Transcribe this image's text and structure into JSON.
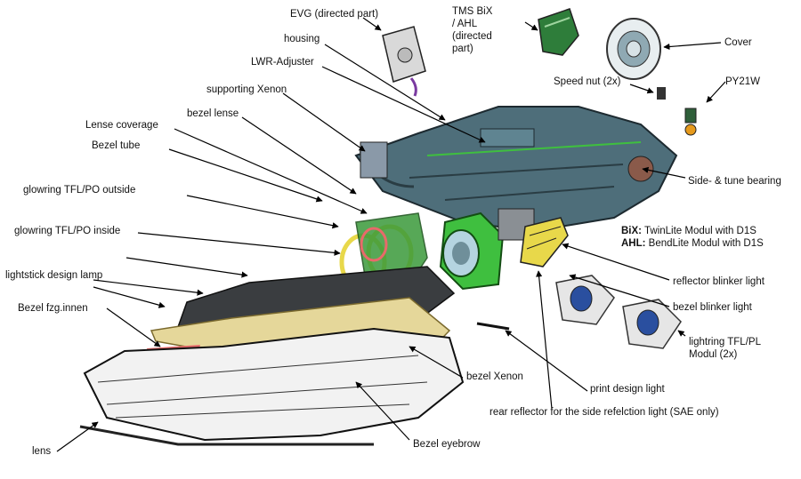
{
  "labels": {
    "evg": "EVG (directed part)",
    "tms": "TMS BiX\n/ AHL\n(directed\npart)",
    "cover": "Cover",
    "housing": "housing",
    "lwr": "LWR-Adjuster",
    "speed_nut": "Speed nut (2x)",
    "py21w": "PY21W",
    "supporting_xenon": "supporting Xenon",
    "bezel_lense": "bezel lense",
    "lense_coverage": "Lense coverage",
    "bezel_tube": "Bezel tube",
    "side_tune": "Side- & tune bearing",
    "glow_outside": "glowring TFL/PO outside",
    "glow_inside": "glowring TFL/PO inside",
    "bix_key": "BiX:",
    "bix_text": "TwinLite Modul with D1S",
    "ahl_key": "AHL:",
    "ahl_text": "BendLite Modul with D1S",
    "lightstick": "lightstick design lamp",
    "reflector_blinker": "reflector blinker light",
    "bezel_fzg": "Bezel fzg.innen",
    "bezel_blinker": "bezel blinker light",
    "lightring": "lightring TFL/PL\nModul (2x)",
    "bezel_xenon": "bezel Xenon",
    "print_design": "print design light",
    "rear_reflector": "rear reflector for the side refelction light (SAE only)",
    "lens": "lens",
    "bezel_eyebrow": "Bezel eyebrow"
  },
  "colors": {
    "housing_fill": "#4e6e7a",
    "green_part": "#3fbf3f",
    "yellow_part": "#e8d84a",
    "tan_part": "#e5d79a",
    "red_part": "#e86a6a",
    "dark_part": "#3a3d40"
  }
}
